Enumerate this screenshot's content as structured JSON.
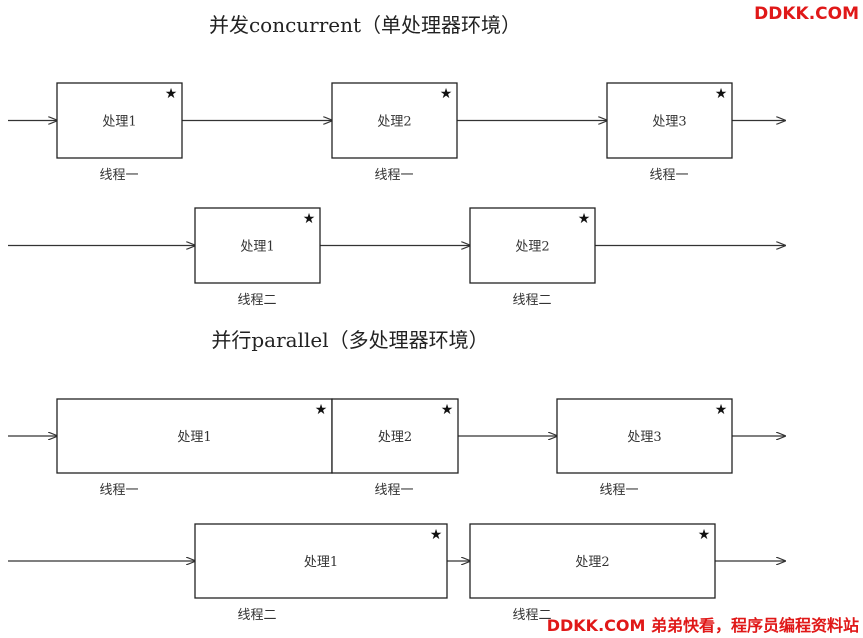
{
  "sections": [
    {
      "title": "并发concurrent（单处理器环境）"
    },
    {
      "title": "并行parallel（多处理器环境）"
    }
  ],
  "rows": [
    {
      "boxes": [
        {
          "label": "处理1",
          "thread": "线程一"
        },
        {
          "label": "处理2",
          "thread": "线程一"
        },
        {
          "label": "处理3",
          "thread": "线程一"
        }
      ]
    },
    {
      "boxes": [
        {
          "label": "处理1",
          "thread": "线程二"
        },
        {
          "label": "处理2",
          "thread": "线程二"
        }
      ]
    },
    {
      "boxes": [
        {
          "label": "处理1",
          "thread": "线程一"
        },
        {
          "label": "处理2",
          "thread": "线程一"
        },
        {
          "label": "处理3",
          "thread": "线程一"
        }
      ]
    },
    {
      "boxes": [
        {
          "label": "处理1",
          "thread": "线程二"
        },
        {
          "label": "处理2",
          "thread": "线程二"
        }
      ]
    }
  ],
  "marker_symbol": "★",
  "watermark": {
    "top": "DDKK.COM",
    "bottom": "DDKK.COM 弟弟快看，程序员编程资料站",
    "color": "#e01818"
  }
}
